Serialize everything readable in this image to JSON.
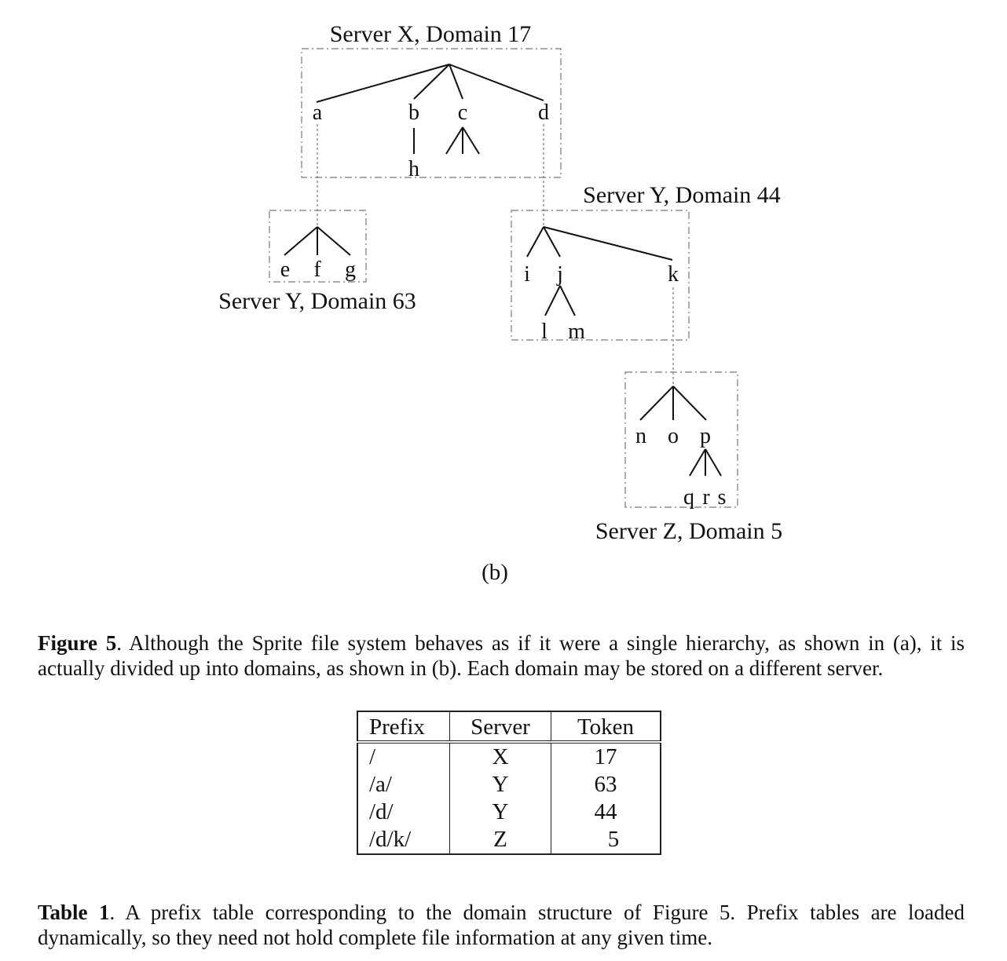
{
  "figure": {
    "domains": [
      {
        "id": "x17",
        "label": "Server X, Domain 17"
      },
      {
        "id": "y44",
        "label": "Server Y, Domain 44"
      },
      {
        "id": "y63",
        "label": "Server Y, Domain 63"
      },
      {
        "id": "z5",
        "label": "Server Z, Domain 5"
      }
    ],
    "nodes": {
      "a": "a",
      "b": "b",
      "c": "c",
      "d": "d",
      "h": "h",
      "e": "e",
      "f": "f",
      "g": "g",
      "i": "i",
      "j": "j",
      "k": "k",
      "l": "l",
      "m": "m",
      "n": "n",
      "o": "o",
      "p": "p",
      "q": "q",
      "r": "r",
      "s": "s"
    },
    "sublabel": "(b)"
  },
  "figure_caption": {
    "label": "Figure 5",
    "text": ". Although the Sprite file system behaves as if it were a single hierarchy, as shown in (a), it is actually divided up into domains, as shown in (b). Each domain may be stored on a different server."
  },
  "prefix_table": {
    "headers": [
      "Prefix",
      "Server",
      "Token"
    ],
    "rows": [
      [
        "/",
        "X",
        "17"
      ],
      [
        "/a/",
        "Y",
        "63"
      ],
      [
        "/d/",
        "Y",
        "44"
      ],
      [
        "/d/k/",
        "Z",
        "5"
      ]
    ]
  },
  "table_caption": {
    "label": "Table 1",
    "text": ". A prefix table corresponding to the domain structure of Figure 5. Prefix tables are loaded dynamically, so they need not hold complete file information at any given time."
  }
}
